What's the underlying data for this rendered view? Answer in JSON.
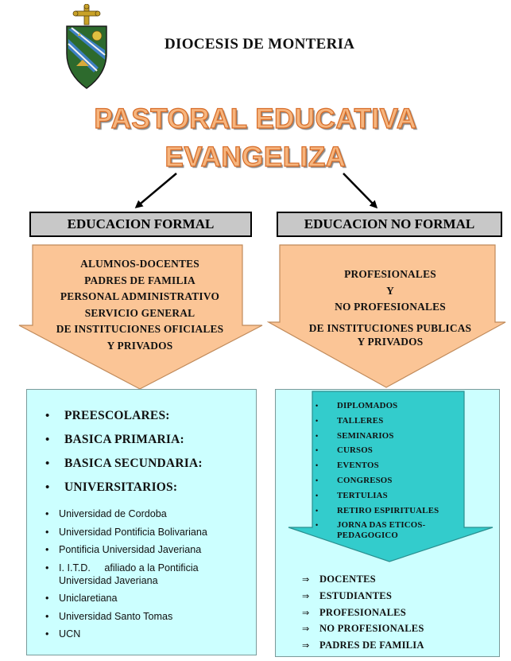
{
  "header": {
    "title": "DIOCESIS DE MONTERIA"
  },
  "crest": {
    "icon": "diocese-crest-icon"
  },
  "main_title": {
    "line1": "PASTORAL EDUCATIVA",
    "line2": "EVANGELIZA"
  },
  "formal": {
    "title": "EDUCACION FORMAL",
    "audience": [
      "ALUMNOS-DOCENTES",
      "PADRES DE FAMILIA",
      "PERSONAL ADMINISTRATIVO",
      "SERVICIO GENERAL",
      "DE INSTITUCIONES OFICIALES",
      "Y PRIVADOS"
    ],
    "levels": [
      "PREESCOLARES:",
      "BASICA PRIMARIA:",
      "BASICA SECUNDARIA:",
      "UNIVERSITARIOS:"
    ],
    "universities": [
      "Universidad de Cordoba",
      "Universidad Pontificia Bolivariana",
      "Pontificia Universidad Javeriana",
      "I. I.T.D.     afiliado a la Pontificia Universidad Javeriana",
      "Uniclaretiana",
      "Universidad Santo Tomas",
      "UCN"
    ]
  },
  "no_formal": {
    "title": "EDUCACION NO FORMAL",
    "audience": [
      "PROFESIONALES",
      "Y",
      "NO PROFESIONALES"
    ],
    "institutions": [
      "DE INSTITUCIONES PUBLICAS",
      "Y PRIVADOS"
    ],
    "activities": [
      "DIPLOMADOS",
      "TALLERES",
      "SEMINARIOS",
      "CURSOS",
      "EVENTOS",
      "CONGRESOS",
      "TERTULIAS",
      "RETIRO ESPIRITUALES",
      "JORNA DAS ETICOS-PEDAGOGICO"
    ],
    "targets": [
      "DOCENTES",
      "ESTUDIANTES",
      "PROFESIONALES",
      "NO PROFESIONALES",
      "PADRES DE FAMILIA"
    ]
  },
  "colors": {
    "title_fill": "#f6b57e",
    "title_stroke": "#d66a25",
    "peach": "#fbc596",
    "cyan_box": "#ccffff",
    "teal_arrow": "#33cccc",
    "header_gray": "#c8c8c8"
  }
}
